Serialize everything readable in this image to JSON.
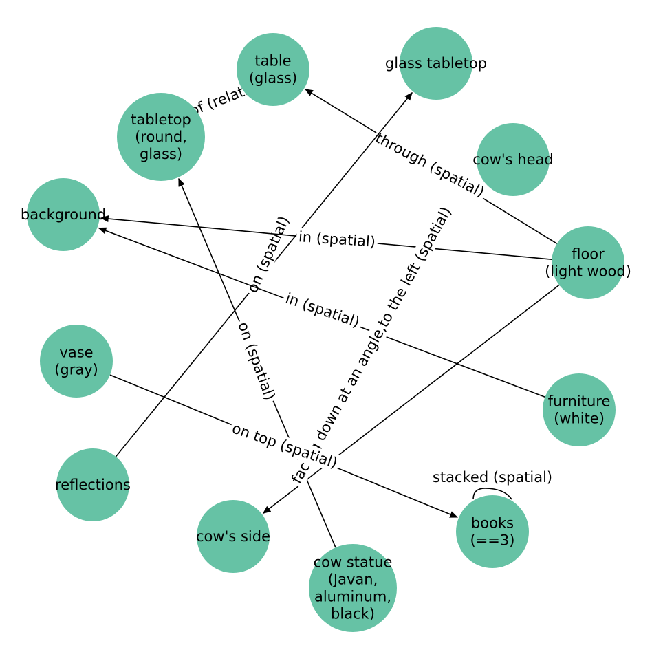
{
  "graph": {
    "node_color": "#66c2a5",
    "edge_color": "#000000",
    "nodes": [
      {
        "id": "table",
        "lines": [
          "table",
          "(glass)"
        ]
      },
      {
        "id": "glass-tabletop",
        "lines": [
          "glass tabletop"
        ]
      },
      {
        "id": "tabletop",
        "lines": [
          "tabletop",
          "(round,",
          "glass)"
        ]
      },
      {
        "id": "cows-head",
        "lines": [
          "cow's head"
        ]
      },
      {
        "id": "background",
        "lines": [
          "background"
        ]
      },
      {
        "id": "floor",
        "lines": [
          "floor",
          "(light wood)"
        ]
      },
      {
        "id": "vase",
        "lines": [
          "vase",
          "(gray)"
        ]
      },
      {
        "id": "furniture",
        "lines": [
          "furniture",
          "(white)"
        ]
      },
      {
        "id": "reflections",
        "lines": [
          "reflections"
        ]
      },
      {
        "id": "cows-side",
        "lines": [
          "cow's side"
        ]
      },
      {
        "id": "cow-statue",
        "lines": [
          "cow statue",
          "(Javan,",
          "aluminum,",
          "black)"
        ]
      },
      {
        "id": "books",
        "lines": [
          "books",
          "(==3)"
        ]
      }
    ],
    "edges": [
      {
        "id": "e1",
        "from": "tabletop",
        "to": "table",
        "label": "part of (relation)",
        "directed": true
      },
      {
        "id": "e2",
        "from": "floor",
        "to": "table",
        "label": "through (spatial)",
        "directed": true
      },
      {
        "id": "e3",
        "from": "reflections",
        "to": "glass-tabletop",
        "label": "on (spatial)",
        "directed": true
      },
      {
        "id": "e4",
        "from": "floor",
        "to": "background",
        "label": "in (spatial)",
        "directed": true
      },
      {
        "id": "e5",
        "from": "furniture",
        "to": "background",
        "label": "in (spatial)",
        "directed": true
      },
      {
        "id": "e6",
        "from": "cow-statue",
        "to": "tabletop",
        "label": "on (spatial)",
        "directed": true
      },
      {
        "id": "e7",
        "from": "floor",
        "to": "cows-side",
        "label": "facing down at an angle,to the left (spatial)",
        "directed": true
      },
      {
        "id": "e8",
        "from": "vase",
        "to": "books",
        "label": "on top (spatial)",
        "directed": true
      },
      {
        "id": "e9",
        "from": "books",
        "to": "books",
        "label": "stacked (spatial)",
        "directed": false
      }
    ]
  }
}
